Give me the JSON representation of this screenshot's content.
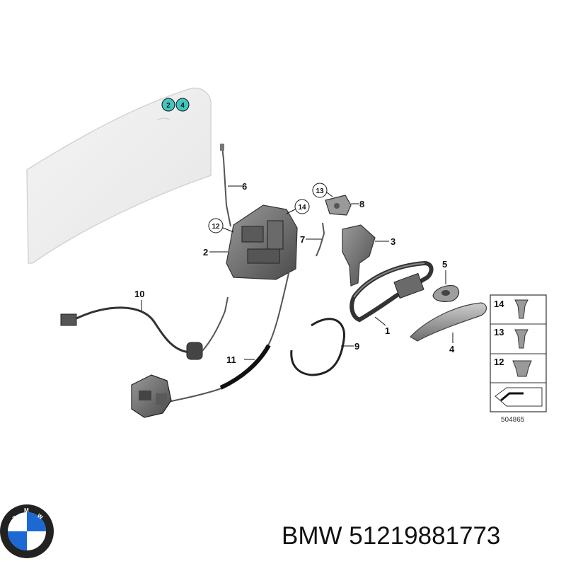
{
  "footer": {
    "brand": "BMW",
    "part_number": "51219881773"
  },
  "logo": {
    "letters": "BMW",
    "colors": {
      "blue": "#1c69d4",
      "white": "#ffffff",
      "ring": "#222222"
    }
  },
  "diagram": {
    "ref_number": "504865",
    "door_badges": [
      "2",
      "4"
    ],
    "badge_color": "#40c8c0",
    "callouts": {
      "c1": "1",
      "c2": "2",
      "c3": "3",
      "c4": "4",
      "c5": "5",
      "c6": "6",
      "c7": "7",
      "c8": "8",
      "c9": "9",
      "c10": "10",
      "c11": "11",
      "c12": "12",
      "c13": "13",
      "c14": "14"
    },
    "legend": {
      "screw_a": "14",
      "screw_b": "13",
      "screw_c": "12"
    }
  }
}
